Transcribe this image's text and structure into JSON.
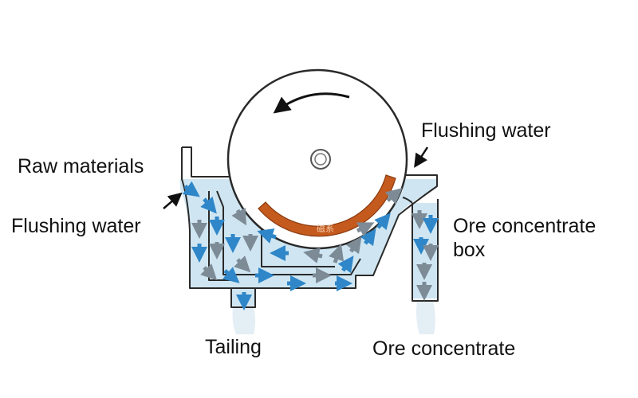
{
  "labels": {
    "raw_materials": "Raw materials",
    "flushing_water_left": "Flushing water",
    "flushing_water_right": "Flushing water",
    "ore_concentrate_box_line1": "Ore concentrate",
    "ore_concentrate_box_line2": "box",
    "tailing": "Tailing",
    "ore_concentrate": "Ore concentrate"
  },
  "magnet_text": "磁系",
  "colors": {
    "water": "#cfe6f2",
    "arrow_blue": "#2f86c8",
    "arrow_grey": "#7d8b96",
    "magnet": "#c45a1d",
    "outline": "#2a2a2a"
  },
  "icons": {
    "rotation": "curved-arrow-icon",
    "leader": "pointer-arrow-icon",
    "flow": "flow-arrow-icon"
  }
}
